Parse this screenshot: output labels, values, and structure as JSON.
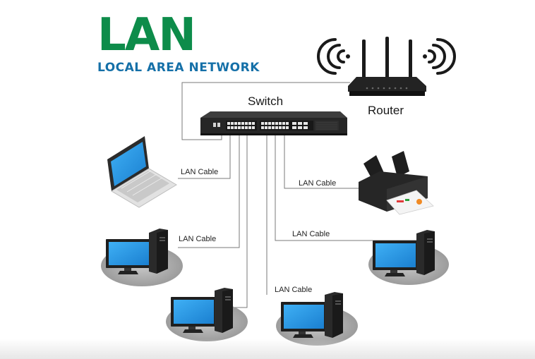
{
  "title": {
    "main": "LAN",
    "subtitle": "LOCAL AREA NETWORK"
  },
  "devices": {
    "switch": "Switch",
    "router": "Router"
  },
  "cables": {
    "laptop": "LAN Cable",
    "printer": "LAN Cable",
    "desktop_left": "LAN Cable",
    "desktop_right": "LAN Cable",
    "desktop_bottom": "LAN Cable"
  },
  "colors": {
    "title_green": "#0d8c4a",
    "title_blue": "#1570a8",
    "screen_blue": "#1e90e0",
    "device_dark": "#2a2a2a"
  }
}
